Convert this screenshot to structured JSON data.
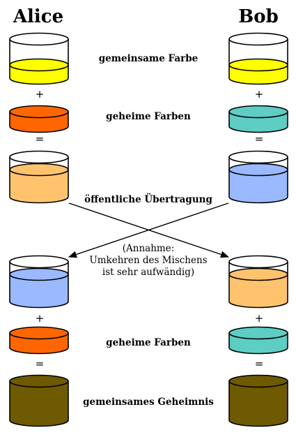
{
  "header": {
    "left": "Alice",
    "right": "Bob"
  },
  "labels": {
    "common_color": "gemeinsame Farbe",
    "secret_colors_1": "geheime Farben",
    "public_transfer": "öffentliche Übertragung",
    "secret_colors_2": "geheime Farben",
    "shared_secret": "gemeinsames Geheimnis"
  },
  "note": {
    "line1": "(Annahme:",
    "line2": "Umkehren des Mischens",
    "line3": "ist sehr aufwändig)"
  },
  "operators": {
    "plus": "+",
    "equals": "="
  },
  "colors": {
    "yellow": "#ffff00",
    "alice_secret": "#ff6600",
    "bob_secret": "#5ecdc4",
    "alice_mix": "#ffc36e",
    "bob_mix": "#9ab9ff",
    "secret": "#6e5a00",
    "outline": "#000000"
  }
}
